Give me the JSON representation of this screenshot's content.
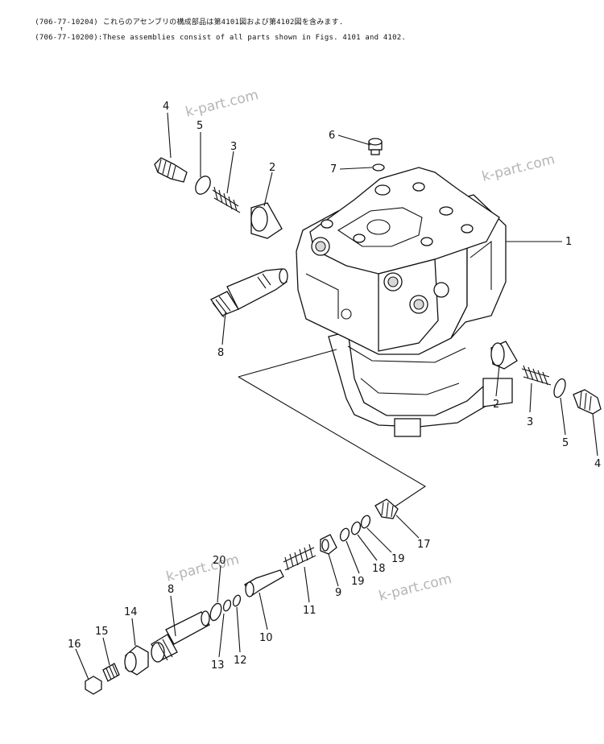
{
  "header": {
    "line1_code": "(706-77-10204)",
    "line1_text": "これらのアセンブリの構成部品は第4101図および第4102図を含みます.",
    "bracket_mark": "↑",
    "line2_code": "(706-77-10200)",
    "line2_text": ":These assemblies consist of all parts shown in Figs. 4101 and 4102."
  },
  "watermarks": [
    "k-part.com",
    "k-part.com",
    "k-part.com",
    "k-part.com"
  ],
  "callouts": [
    "1",
    "2",
    "2",
    "3",
    "3",
    "4",
    "4",
    "5",
    "5",
    "6",
    "7",
    "8",
    "8",
    "9",
    "10",
    "11",
    "12",
    "13",
    "14",
    "15",
    "16",
    "17",
    "18",
    "19",
    "19",
    "20"
  ]
}
